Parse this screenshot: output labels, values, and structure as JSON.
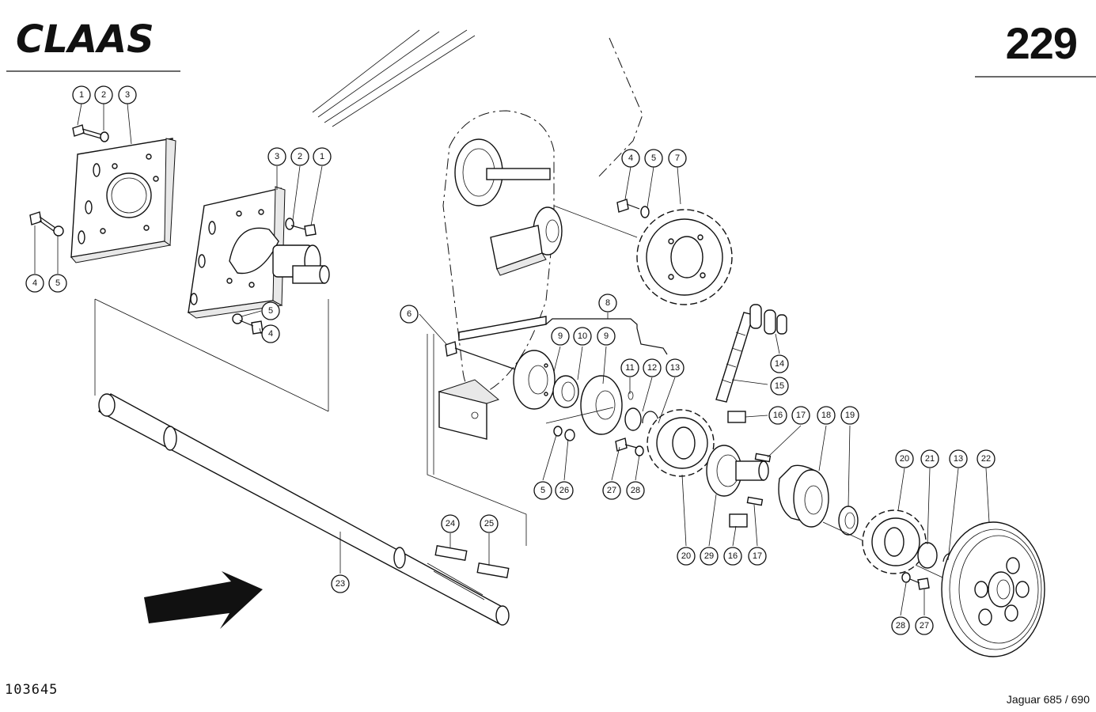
{
  "header": {
    "brand": "CLAAS",
    "page_number": "229"
  },
  "footer": {
    "drawing_number": "103645",
    "model": "Jaguar 685 / 690"
  },
  "callouts": {
    "c1a": "1",
    "c2a": "2",
    "c3a": "3",
    "c4a": "4",
    "c5a": "5",
    "c3b": "3",
    "c2b": "2",
    "c1b": "1",
    "c5b": "5",
    "c4b": "4",
    "c6": "6",
    "c4c": "4",
    "c5c": "5",
    "c7": "7",
    "c8": "8",
    "c9a": "9",
    "c10": "10",
    "c9b": "9",
    "c11": "11",
    "c12": "12",
    "c13a": "13",
    "c14": "14",
    "c15": "15",
    "c16a": "16",
    "c17a": "17",
    "c18": "18",
    "c19": "19",
    "c5d": "5",
    "c26a": "26",
    "c27a": "27",
    "c28a": "28",
    "c20a": "20",
    "c29": "29",
    "c16b": "16",
    "c17b": "17",
    "c20b": "20",
    "c21": "21",
    "c13b": "13",
    "c22": "22",
    "c28b": "28",
    "c27b": "27",
    "c24": "24",
    "c25": "25",
    "c23": "23"
  }
}
